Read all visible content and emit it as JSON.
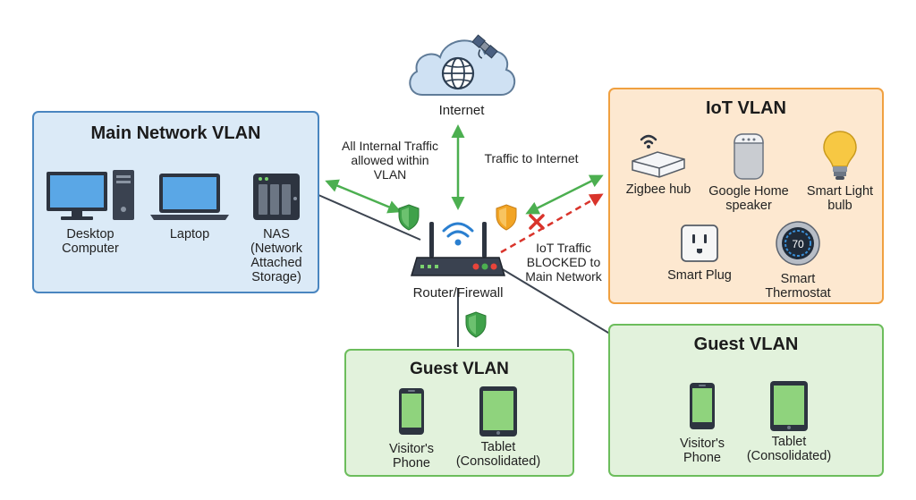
{
  "internet": {
    "label": "Internet"
  },
  "router": {
    "label": "Router/Firewall"
  },
  "main_vlan": {
    "title": "Main Network VLAN",
    "devices": [
      {
        "label": "Desktop Computer",
        "lines": [
          "Desktop",
          "Computer"
        ]
      },
      {
        "label": "Laptop",
        "lines": [
          "Laptop"
        ]
      },
      {
        "label": "NAS (Network Attached Storage)",
        "lines": [
          "NAS",
          "(Network",
          "Attached",
          "Storage)"
        ]
      }
    ]
  },
  "iot_vlan": {
    "title": "IoT VLAN",
    "devices": [
      {
        "label": "Zigbee hub",
        "lines": [
          "Zigbee hub"
        ]
      },
      {
        "label": "Google Home speaker",
        "lines": [
          "Google Home",
          "speaker"
        ]
      },
      {
        "label": "Smart Light bulb",
        "lines": [
          "Smart Light",
          "bulb"
        ]
      },
      {
        "label": "Smart Plug",
        "lines": [
          "Smart Plug"
        ]
      },
      {
        "label": "Smart Thermostat",
        "lines": [
          "Smart",
          "Thermostat"
        ],
        "display": "70"
      }
    ]
  },
  "guest_vlan_center": {
    "title": "Guest VLAN",
    "devices": [
      {
        "label": "Visitor's Phone",
        "lines": [
          "Visitor's",
          "Phone"
        ]
      },
      {
        "label": "Tablet (Consolidated)",
        "lines": [
          "Tablet",
          "(Consolidated)"
        ]
      }
    ]
  },
  "guest_vlan_right": {
    "title": "Guest VLAN",
    "devices": [
      {
        "label": "Visitor's Phone",
        "lines": [
          "Visitor's",
          "Phone"
        ]
      },
      {
        "label": "Tablet (Consolidated)",
        "lines": [
          "Tablet",
          "(Consolidated)"
        ]
      }
    ]
  },
  "annotations": {
    "internal": [
      "All Internal Traffic",
      "allowed within",
      "VLAN"
    ],
    "to_internet": [
      "Traffic to Internet"
    ],
    "blocked": [
      "IoT Traffic",
      "BLOCKED to",
      "Main Network"
    ]
  },
  "colors": {
    "main_fill": "#dbeaf7",
    "main_border": "#4a86c0",
    "iot_fill": "#fde8d0",
    "iot_border": "#f0a040",
    "guest_fill": "#e2f2dc",
    "guest_border": "#6cbd5c",
    "allowed_arrow": "#4caf50",
    "blocked_arrow": "#d9342b",
    "shield_green": "#3fa14a",
    "shield_orange": "#f2a424"
  },
  "icons": [
    "cloud-icon",
    "globe-icon",
    "satellite-icon",
    "router-icon",
    "wifi-icon",
    "shield-icon",
    "blocked-x-icon",
    "desktop-icon",
    "laptop-icon",
    "nas-icon",
    "hub-icon",
    "speaker-icon",
    "bulb-icon",
    "plug-icon",
    "thermostat-icon",
    "phone-icon",
    "tablet-icon"
  ]
}
